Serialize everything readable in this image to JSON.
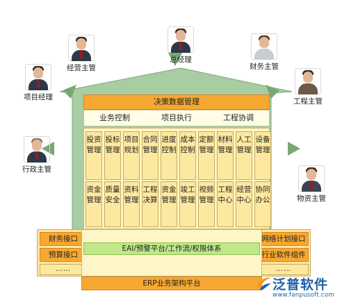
{
  "roles": [
    {
      "id": "gm",
      "label": "总经理"
    },
    {
      "id": "operations",
      "label": "经营主管"
    },
    {
      "id": "finance",
      "label": "财务主管"
    },
    {
      "id": "project",
      "label": "项目经理"
    },
    {
      "id": "engineering",
      "label": "工程主管"
    },
    {
      "id": "admin",
      "label": "行政主管"
    },
    {
      "id": "materials",
      "label": "物资主管"
    }
  ],
  "decision": {
    "title": "决策数据管理",
    "subitems": [
      "业务控制",
      "项目执行",
      "工程协调"
    ]
  },
  "modules_top": [
    "投资管理",
    "投标管理",
    "项目规划",
    "合同管理",
    "进度控制",
    "成本控制",
    "定额管理",
    "材料管理",
    "人工管理",
    "设备管理"
  ],
  "modules_bottom": [
    "资金管理",
    "质量安全",
    "资料管理",
    "工程决算",
    "资金管理",
    "竣工管理",
    "视频管理",
    "工程中心",
    "经营中心",
    "协同办公"
  ],
  "left_interfaces": [
    "财务接口",
    "预算接口",
    "……"
  ],
  "right_interfaces": [
    "网络计划接口",
    "行业软件组件",
    "……"
  ],
  "middle_bar": "EAI/预警平台/工作流/权限体系",
  "bottom_bar": "ERP业务架构平台",
  "logo": {
    "name": "泛普软件",
    "url": "www.fanpusoft.com"
  },
  "colors": {
    "orange": "#f6a833",
    "green_arrow": "#8fb88a",
    "green_bar": "#bfe88a",
    "cell_fill": "#fde8a0",
    "brand_blue": "#1f5fa8",
    "brand_orange": "#f39a1e"
  }
}
